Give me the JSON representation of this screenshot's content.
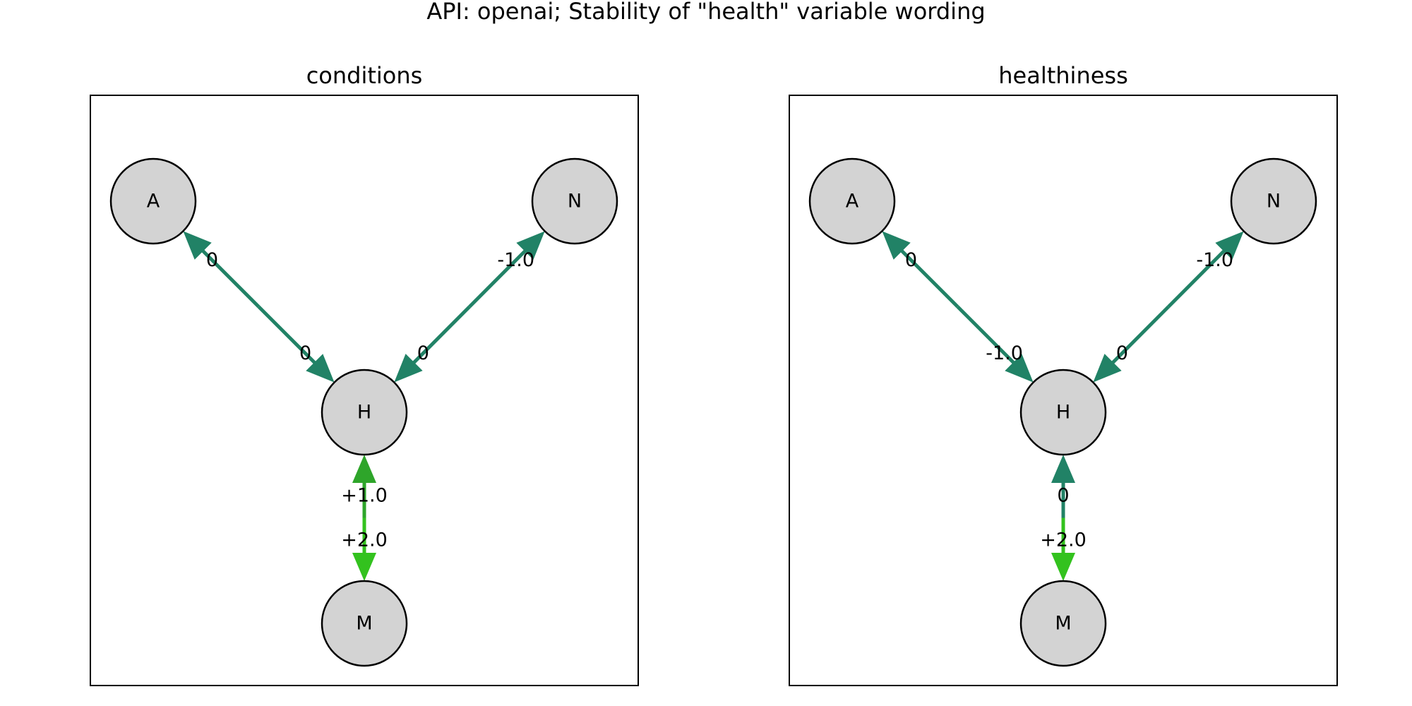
{
  "title": "API: openai; Stability of \"health\" variable wording",
  "colors": {
    "node_fill": "#d3d3d3",
    "node_stroke": "#000000",
    "edge_zero": "#218266",
    "edge_pos1": "#2ea52a",
    "edge_pos2": "#33c21e",
    "edge_neg1": "#218266"
  },
  "panels": [
    {
      "title": "conditions",
      "nodes": [
        "A",
        "N",
        "H",
        "M"
      ],
      "edges": [
        {
          "from": "A",
          "to": "H",
          "label_from": "0",
          "label_to": "0",
          "color_from": "edge_zero",
          "color_to": "edge_zero"
        },
        {
          "from": "N",
          "to": "H",
          "label_from": "-1.0",
          "label_to": "0",
          "color_from": "edge_neg1",
          "color_to": "edge_zero"
        },
        {
          "from": "H",
          "to": "M",
          "label_from": "+1.0",
          "label_to": "+2.0",
          "color_from": "edge_pos1",
          "color_to": "edge_pos2"
        }
      ]
    },
    {
      "title": "healthiness",
      "nodes": [
        "A",
        "N",
        "H",
        "M"
      ],
      "edges": [
        {
          "from": "A",
          "to": "H",
          "label_from": "0",
          "label_to": "-1.0",
          "color_from": "edge_zero",
          "color_to": "edge_neg1"
        },
        {
          "from": "N",
          "to": "H",
          "label_from": "-1.0",
          "label_to": "0",
          "color_from": "edge_neg1",
          "color_to": "edge_zero"
        },
        {
          "from": "H",
          "to": "M",
          "label_from": "0",
          "label_to": "+2.0",
          "color_from": "edge_zero",
          "color_to": "edge_pos2"
        }
      ]
    }
  ]
}
